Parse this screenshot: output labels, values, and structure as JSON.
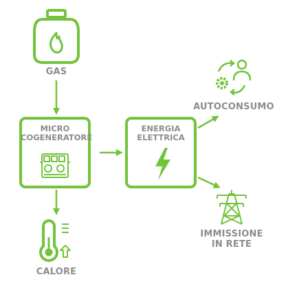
{
  "colors": {
    "accent": "#72c33c",
    "label": "#8c8c8c"
  },
  "nodes": {
    "gas": {
      "label": "GAS",
      "icon": "gas-cylinder-icon"
    },
    "micro": {
      "line1": "MICRO",
      "line2": "COGENERATORE",
      "icon": "engine-icon"
    },
    "energia": {
      "line1": "ENERGIA",
      "line2": "ELETTRICA",
      "icon": "lightning-bolt-icon"
    },
    "autoconsumo": {
      "label": "AUTOCONSUMO",
      "icon": "self-consumption-icon"
    },
    "immissione": {
      "line1": "IMMISSIONE",
      "line2": "IN RETE",
      "icon": "power-pylon-icon"
    },
    "calore": {
      "label": "CALORE",
      "icon": "thermometer-icon"
    }
  }
}
